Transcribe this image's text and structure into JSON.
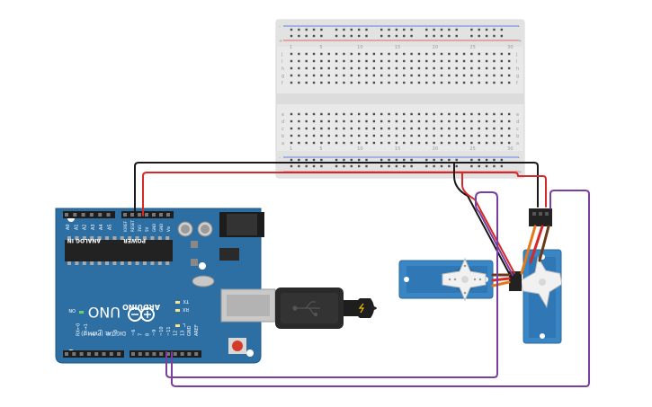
{
  "board": {
    "brand": "ARDUINO",
    "model": "UNO",
    "analog_label": "ANALOG IN",
    "power_label": "POWER",
    "digital_label": "DIGITAL (PWM~)",
    "analog_pins": [
      "A0",
      "A1",
      "A2",
      "A3",
      "A4",
      "A5"
    ],
    "power_pins": [
      "IOREF",
      "RESET",
      "3V3",
      "5V",
      "GND",
      "GND",
      "Vin"
    ],
    "digital_pins": [
      "AREF",
      "GND",
      "13",
      "12",
      "~11",
      "~10",
      "~9",
      "8",
      "7",
      "~6",
      "~5",
      "4",
      "~3",
      "2",
      "TX→1",
      "RX←0"
    ],
    "led_tx": "TX",
    "led_rx": "RX",
    "led_l": "L",
    "led_on": "ON"
  },
  "breadboard": {
    "rows_top": [
      "j",
      "i",
      "h",
      "g",
      "f"
    ],
    "rows_bottom": [
      "e",
      "d",
      "c",
      "b",
      "a"
    ],
    "columns": 30,
    "rail_plus": "+",
    "rail_minus": "-"
  },
  "colors": {
    "board": "#2d6fa3",
    "board_dark": "#235a87",
    "wire_red": "#d42a2a",
    "wire_black": "#1a1a1a",
    "wire_purple": "#7b3fa0",
    "wire_orange": "#e27a1c",
    "wire_brown": "#6b3a1a",
    "servo_body": "#3a86c4",
    "rail_red": "#e23b3b",
    "rail_blue": "#3b5fe2"
  }
}
